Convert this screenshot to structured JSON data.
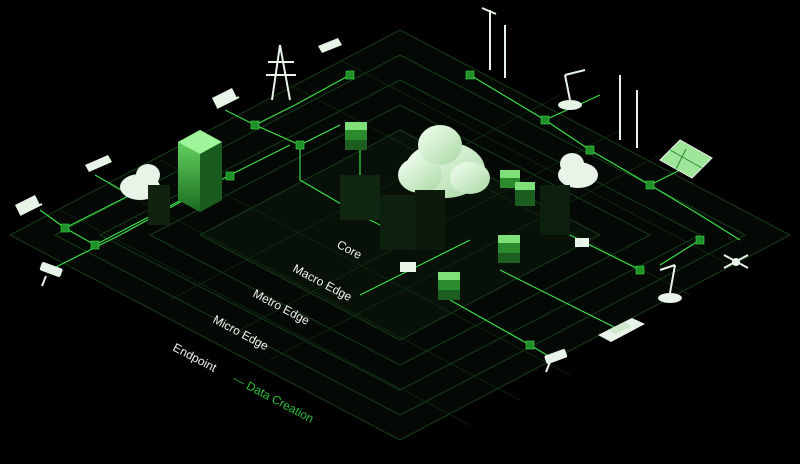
{
  "tiers": {
    "core": "Core",
    "macro_edge": "Macro Edge",
    "metro_edge": "Metro Edge",
    "micro_edge": "Micro Edge",
    "endpoint": "Endpoint",
    "endpoint_note": "— Data Creation"
  },
  "colors": {
    "background": "#000000",
    "accent": "#3ddc4a",
    "accent_dark": "#1f7a26",
    "label": "#f2f2f2"
  },
  "icons": [
    "laptop-icon",
    "tablet-icon",
    "security-camera-icon",
    "power-pylon-icon",
    "wind-turbine-icon",
    "robot-arm-icon",
    "solar-panel-icon",
    "drone-icon",
    "car-icon",
    "truck-icon",
    "cloud-icon",
    "server-rack-icon",
    "building-icon"
  ]
}
